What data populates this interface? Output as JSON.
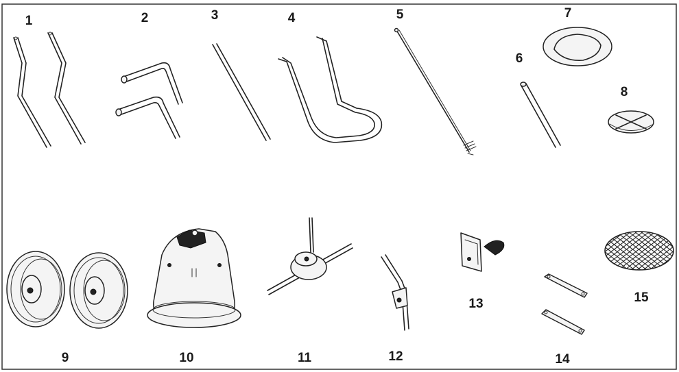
{
  "parts": [
    {
      "id": "part-1",
      "number": "1",
      "icon": "bent-leg-tubes-icon"
    },
    {
      "id": "part-2",
      "number": "2",
      "icon": "l-shaped-tubes-icon"
    },
    {
      "id": "part-3",
      "number": "3",
      "icon": "straight-rod-icon"
    },
    {
      "id": "part-4",
      "number": "4",
      "icon": "u-handle-icon"
    },
    {
      "id": "part-5",
      "number": "5",
      "icon": "long-threaded-rod-icon"
    },
    {
      "id": "part-6",
      "number": "6",
      "icon": "short-tube-icon"
    },
    {
      "id": "part-7",
      "number": "7",
      "icon": "ring-gasket-icon"
    },
    {
      "id": "part-8",
      "number": "8",
      "icon": "cross-disc-icon"
    },
    {
      "id": "part-9",
      "number": "9",
      "icon": "wheels-icon"
    },
    {
      "id": "part-10",
      "number": "10",
      "icon": "hopper-icon"
    },
    {
      "id": "part-11",
      "number": "11",
      "icon": "axle-gearbox-icon"
    },
    {
      "id": "part-12",
      "number": "12",
      "icon": "linkage-lever-icon"
    },
    {
      "id": "part-13",
      "number": "13",
      "icon": "control-bracket-icon"
    },
    {
      "id": "part-14",
      "number": "14",
      "icon": "flat-brackets-icon"
    },
    {
      "id": "part-15",
      "number": "15",
      "icon": "mesh-screen-icon"
    }
  ]
}
